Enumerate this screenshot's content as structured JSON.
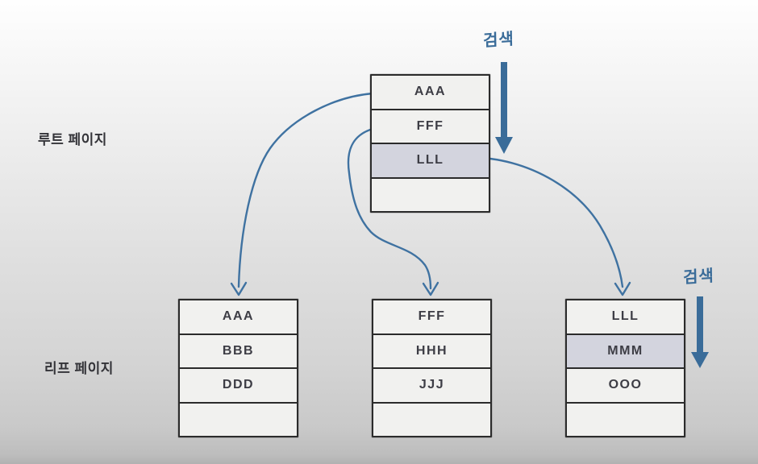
{
  "labels": {
    "root_page": "루트 페이지",
    "leaf_page": "리프 페이지"
  },
  "search": {
    "top_label": "검색",
    "right_label": "검색"
  },
  "root_page": {
    "rows": [
      "AAA",
      "FFF",
      "LLL",
      ""
    ],
    "highlighted_row": "LLL"
  },
  "leaf_pages": [
    {
      "rows": [
        "AAA",
        "BBB",
        "DDD",
        ""
      ]
    },
    {
      "rows": [
        "FFF",
        "HHH",
        "JJJ",
        ""
      ]
    },
    {
      "rows": [
        "LLL",
        "MMM",
        "OOO",
        ""
      ],
      "highlighted_row": "MMM"
    }
  ],
  "colors": {
    "arrow_blue": "#3f72a1",
    "search_blue": "#3a6c99",
    "highlight_fill": "#d3d4de",
    "box_border": "#2b2b2b"
  }
}
